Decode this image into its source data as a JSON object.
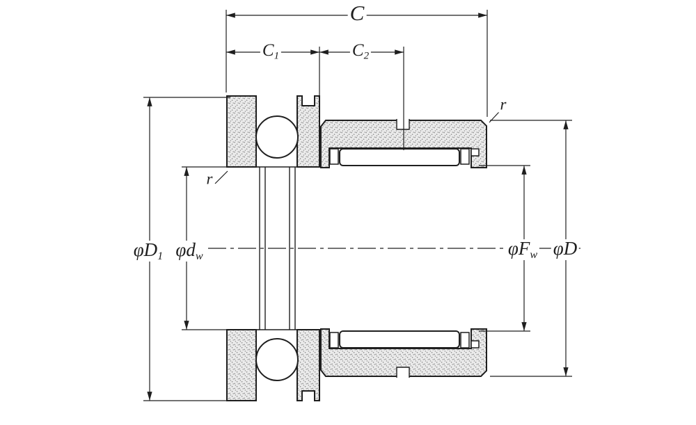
{
  "figure": {
    "description": "Cross-section engineering drawing of a combined needle roller / thrust ball bearing with dimension callouts",
    "labels": {
      "c": {
        "prefix": "",
        "base": "C",
        "sub": ""
      },
      "c1": {
        "prefix": "",
        "base": "C",
        "sub": "1"
      },
      "c2": {
        "prefix": "",
        "base": "C",
        "sub": "2"
      },
      "r_top": {
        "prefix": "",
        "base": "r",
        "sub": ""
      },
      "r_left": {
        "prefix": "",
        "base": "r",
        "sub": ""
      },
      "phi_d1": {
        "prefix": "φ",
        "base": "D",
        "sub": "1"
      },
      "phi_dw": {
        "prefix": "φ",
        "base": "d",
        "sub": "w"
      },
      "phi_fw": {
        "prefix": "φ",
        "base": "F",
        "sub": "w"
      },
      "phi_d": {
        "prefix": "φ",
        "base": "D",
        "sub": ""
      }
    },
    "colors": {
      "line": "#1f1f1f",
      "hatch_bg": "#ebebeb",
      "hatch_dot": "#8c8c8c",
      "background": "#ffffff"
    }
  }
}
